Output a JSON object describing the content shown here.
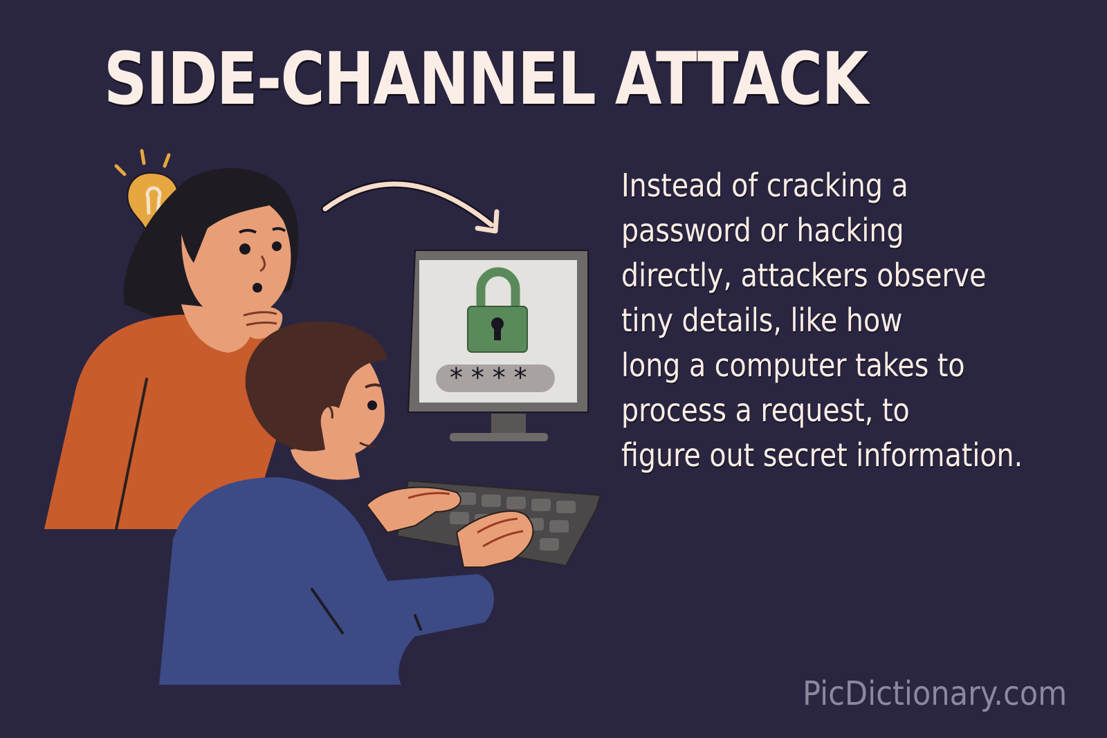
{
  "title": "SIDE-CHANNEL ATTACK",
  "description_lines": [
    "Instead of cracking a",
    "password or hacking",
    "directly, attackers observe",
    "tiny details, like how",
    "long a computer takes to",
    "process a request, to",
    "figure out secret information."
  ],
  "illustration": {
    "password_field": "****",
    "icons": [
      "lightbulb-icon",
      "arrow-icon",
      "padlock-icon",
      "monitor-icon",
      "keyboard-icon"
    ],
    "colors": {
      "background": "#2a2641",
      "title_text": "#fbeee6",
      "woman_shirt": "#c95c2c",
      "man_shirt": "#3c4a86",
      "skin": "#e89f78",
      "hair_woman": "#1f1b22",
      "hair_man": "#4a2a24",
      "padlock": "#5a8a5a",
      "bulb": "#e6a640",
      "monitor_frame": "#6e6a68",
      "screen": "#e4e2df",
      "keyboard": "#4a4848"
    }
  },
  "watermark": "PicDictionary.com"
}
